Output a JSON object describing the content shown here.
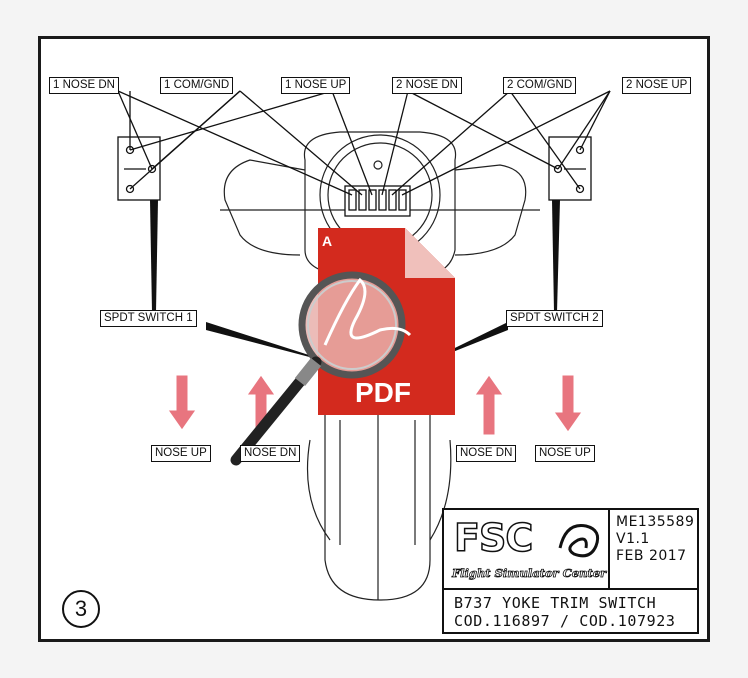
{
  "labels": {
    "nose_dn_1": "1 NOSE DN",
    "com_gnd_1": "1 COM/GND",
    "nose_up_1": "1 NOSE UP",
    "nose_dn_2": "2 NOSE DN",
    "com_gnd_2": "2 COM/GND",
    "nose_up_2": "2 NOSE UP",
    "switch_1": "SPDT SWITCH 1",
    "switch_2": "SPDT SWITCH 2",
    "arrow_nose_up_left": "NOSE UP",
    "arrow_nose_dn_left": "NOSE DN",
    "arrow_nose_dn_right": "NOSE DN",
    "arrow_nose_up_right": "NOSE UP"
  },
  "page_number": "3",
  "title_block": {
    "logo_text": "FSC",
    "logo_subtitle": "Flight Simulator Center",
    "part_number": "ME135589",
    "version": "V1.1",
    "date": "FEB 2017",
    "title_line1": "B737  YOKE  TRIM  SWITCH",
    "title_line2": "COD.116897  /  COD.107923"
  },
  "overlay": {
    "pdf_label": "PDF",
    "icon": "pdf-magnifier-icon"
  },
  "colors": {
    "arrow": "#e8757f",
    "pdf_red": "#d32a1e",
    "ink": "#111111"
  }
}
